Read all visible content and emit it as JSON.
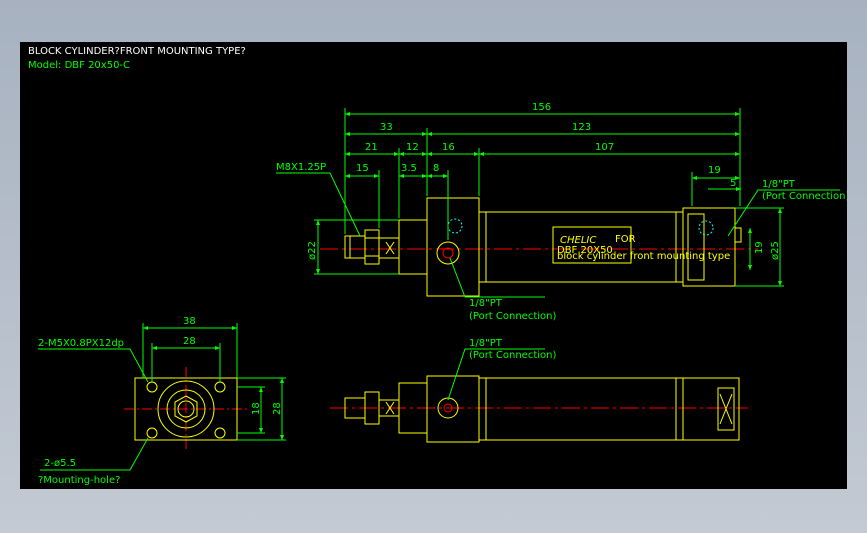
{
  "header": {
    "title": "BLOCK CYLINDER?FRONT MOUNTING TYPE?",
    "model": "Model: DBF 20x50-C"
  },
  "dims": {
    "d156": "156",
    "d33": "33",
    "d123": "123",
    "d21": "21",
    "d12": "12",
    "d16": "16",
    "d107": "107",
    "d15": "15",
    "d35": "3.5",
    "d8": "8",
    "d19": "19",
    "d5": "5",
    "d22": "ø22",
    "d19v": "19",
    "d25": "ø25",
    "d38": "38",
    "d28": "28",
    "d18": "18",
    "d28v": "28"
  },
  "labels": {
    "thread": "M8X1.25P",
    "port_top": "1/8\"PT",
    "port_top_sub": "(Port Connection)",
    "port_mid": "1/8\"PT",
    "port_mid_sub": "(Port Connection)",
    "port_low": "1/8\"PT",
    "port_low_sub": "(Port Connection)",
    "tap": "2-M5X0.8PX12dp",
    "hole": "2-ø5.5",
    "hole_sub": "?Mounting-hole?",
    "brand": "CHELIC",
    "brand_small": "FOR",
    "plate1": "DBF 20X50",
    "plate2": "block cylinder front mounting type"
  },
  "colors": {
    "dim": "#00ff00",
    "body": "#ffff00",
    "center": "#ff0000",
    "port": "#00ffff",
    "text": "#ffffff"
  }
}
